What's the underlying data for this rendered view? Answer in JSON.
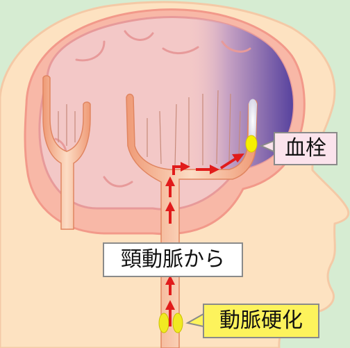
{
  "labels": {
    "clot": "血栓",
    "carotid": "頸動脈から",
    "sclerosis": "動脈硬化"
  },
  "colors": {
    "background": "#d6ecd2",
    "skin": "#fde2c1",
    "skin_outline": "#f4c9a6",
    "skull": "#f7b0a0",
    "brain": "#f3c8c7",
    "brain_outline": "#e79a9a",
    "ischemic_area": "#5b43a0",
    "clot": "#f6f000",
    "plaque": "#f1ea22",
    "artery": "#f2a07e",
    "arrow": "#e11b1b",
    "clot_callout": "#fbe3ec",
    "carotid_callout": "#ffffff",
    "sclerosis_callout": "#fdf35c"
  }
}
